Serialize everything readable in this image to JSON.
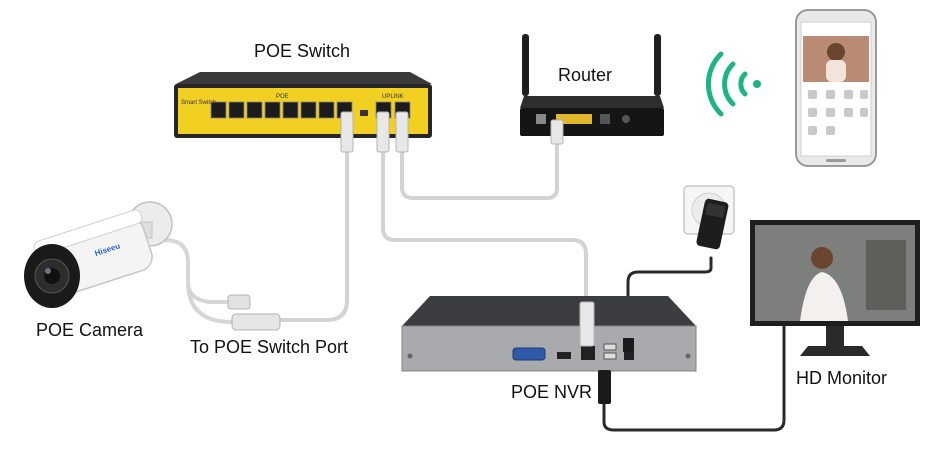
{
  "labels": {
    "poe_switch": "POE Switch",
    "router": "Router",
    "poe_camera": "POE Camera",
    "to_poe_switch_port": "To POE Switch Port",
    "poe_nvr": "POE NVR",
    "hd_monitor": "HD Monitor"
  },
  "switch": {
    "panel_text": "Smart Switch",
    "poe_tag": "POE",
    "uplink_tag": "UPLINK"
  },
  "camera": {
    "brand": "Hiseeu"
  },
  "colors": {
    "switch_body": "#2b2b2b",
    "switch_panel": "#f2d022",
    "wifi": "#1bb585",
    "cable_gray": "#d3d3d3",
    "cable_black": "#2a2a2a",
    "nvr_body": "#3a3b3d",
    "monitor_body": "#1e1e1e"
  },
  "icons": [
    "wifi-icon",
    "smartphone-icon",
    "power-outlet-icon",
    "power-adapter-icon"
  ]
}
